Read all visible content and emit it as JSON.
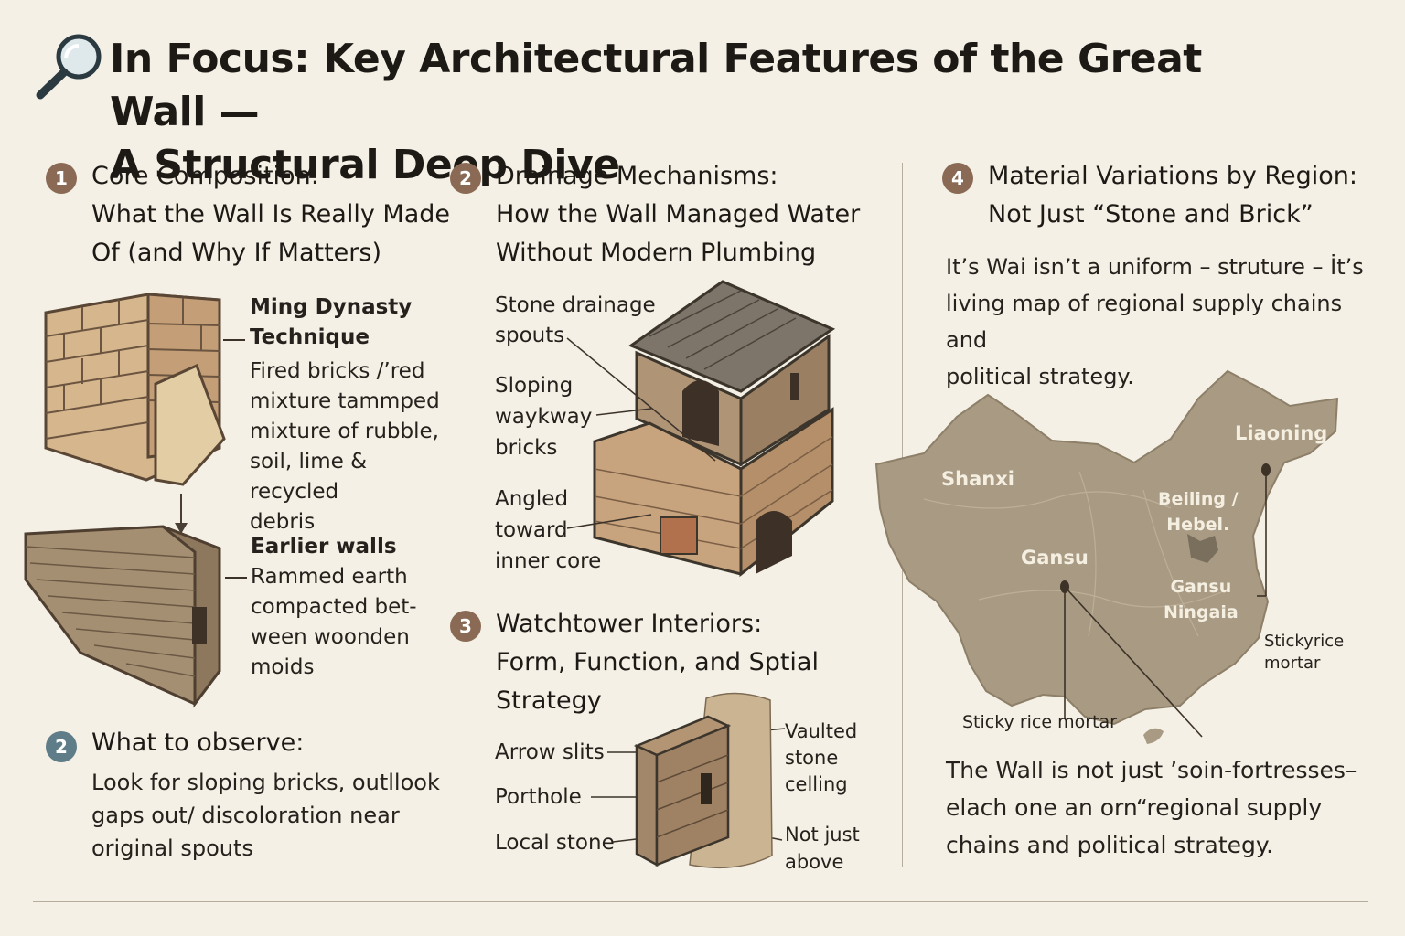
{
  "title": {
    "line1": "In Focus: Key Architectural Features of the Great Wall —",
    "line2": "A Structural Deep Dive"
  },
  "icons": {
    "header": "magnifier-icon"
  },
  "section1": {
    "badge": "1",
    "heading": [
      "Core Composition:",
      "What the Wall Is Really Made",
      "Of (and Why If Matters)"
    ],
    "ming": {
      "title": [
        "Ming Dynasty",
        "Technique"
      ],
      "text": [
        "Fired bricks /’red",
        "mixture tammped",
        "mixture of rubble,",
        "soil, lime & recycled",
        "debris"
      ]
    },
    "earlier": {
      "title": "Earlier walls",
      "text": [
        "Rammed earth",
        "compacted bet-",
        "ween woonden",
        "moids"
      ]
    }
  },
  "observe": {
    "badge": "2",
    "heading": "What to observe:",
    "text": [
      "Look for sloping bricks, outllook",
      "gaps out/ discoloration near",
      "original spouts"
    ]
  },
  "section2": {
    "badge": "2",
    "heading": [
      "Drainage Mechanisms:",
      "How the Wall Managed Water",
      "Without Modern Plumbing"
    ],
    "labels": {
      "spouts": [
        "Stone drainage",
        "spouts"
      ],
      "sloping": [
        "Sloping",
        "waykway",
        "bricks"
      ],
      "angled": [
        "Angled",
        "toward",
        "inner core"
      ]
    }
  },
  "section3": {
    "badge": "3",
    "heading": [
      "Watchtower Interiors:",
      "Form, Function, and Sptial",
      "Strategy"
    ],
    "labels": {
      "arrow": "Arrow slits",
      "porthole": "Porthole",
      "local": "Local stone",
      "vaulted": [
        "Vaulted",
        "stone",
        "celling"
      ],
      "notjust": [
        "Not just",
        "above"
      ]
    }
  },
  "section4": {
    "badge": "4",
    "heading": [
      "Material Variations by Region:",
      "Not Just “Stone and Brick”"
    ],
    "intro": [
      "It’s Wai isn’t a uniform – struture – İt’s",
      "living map of regional supply chains and",
      "political strategy."
    ],
    "map": {
      "labels": {
        "shanxi": "Shanxi",
        "liaoning": "Liaoning",
        "beiling": [
          "Beiling /",
          "Hebel."
        ],
        "gansu": "Gansu",
        "gansu_ningaia": [
          "Gansu",
          "Ningaia"
        ],
        "stickyrice_right": [
          "Stickyrice",
          "mortar"
        ],
        "sticky_bottom": "Sticky rice mortar"
      },
      "fill": "#a89a83"
    },
    "closing": [
      "The Wall is not just ’soin-fortresses–",
      "elach one an orn“regional supply",
      "chains and political strategy."
    ]
  },
  "colors": {
    "background": "#f4f0e6",
    "badge_brown": "#8a6a55",
    "badge_blue": "#5e7d88",
    "map": "#a89a83"
  }
}
